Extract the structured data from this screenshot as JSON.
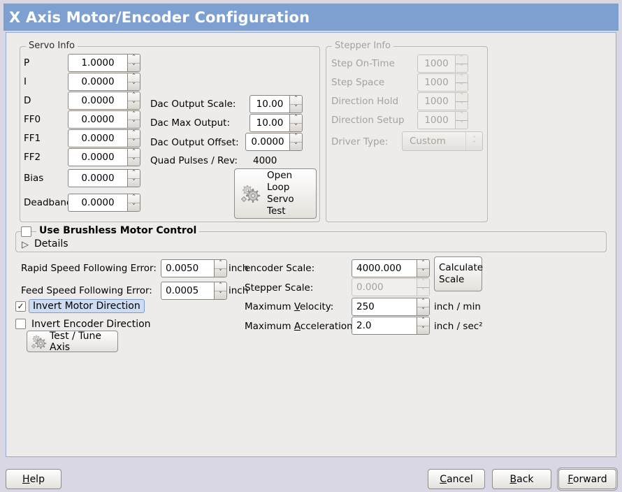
{
  "window": {
    "title": "X Axis Motor/Encoder Configuration"
  },
  "colors": {
    "titlebar": "#7da0d1",
    "content_border": "#8fafd6",
    "focus_chip": "#cddcf2"
  },
  "icons": {
    "spin_up": "˄",
    "spin_down": "˅",
    "check": "✓",
    "expander": "▷"
  },
  "servo_info": {
    "legend": "Servo Info",
    "rows": [
      {
        "label": "P",
        "value": "1.0000"
      },
      {
        "label": "I",
        "value": "0.0000"
      },
      {
        "label": "D",
        "value": "0.0000"
      },
      {
        "label": "FF0",
        "value": "0.0000"
      },
      {
        "label": "FF1",
        "value": "0.0000"
      },
      {
        "label": "FF2",
        "value": "0.0000"
      },
      {
        "label": "Bias",
        "value": "0.0000"
      },
      {
        "label": "Deadband",
        "value": "0.0000"
      }
    ],
    "dac": [
      {
        "label": "Dac Output Scale:",
        "value": "10.00"
      },
      {
        "label": "Dac Max Output:",
        "value": "10.00"
      },
      {
        "label": "Dac Output Offset:",
        "value": "0.0000"
      }
    ],
    "quad_label": "Quad Pulses / Rev:",
    "quad_value": "4000",
    "open_loop_button": "Open\nLoop\nServo\nTest"
  },
  "stepper_info": {
    "legend": "Stepper Info",
    "rows": [
      {
        "label": "Step On-Time",
        "value": "1000"
      },
      {
        "label": "Step Space",
        "value": "1000"
      },
      {
        "label": "Direction Hold",
        "value": "1000"
      },
      {
        "label": "Direction Setup",
        "value": "1000"
      }
    ],
    "driver_label": "Driver Type:",
    "driver_value": "Custom"
  },
  "brushless": {
    "checkbox_label": "Use Brushless Motor Control",
    "details_label": "Details"
  },
  "left": {
    "rapid_label": "Rapid Speed Following Error:",
    "rapid_value": "0.0050",
    "rapid_unit": "inch",
    "feed_label": "Feed Speed Following Error:",
    "feed_value": "0.0005",
    "feed_unit": "inch",
    "invert_motor_label": "Invert Motor Direction",
    "invert_encoder_label": "Invert Encoder Direction",
    "test_tune_button": "Test / Tune Axis"
  },
  "right": {
    "encoder_label": "encoder Scale:",
    "encoder_value": "4000.000",
    "stepper_label": "Stepper Scale:",
    "stepper_value": "0.000",
    "calculate_button": "Calculate\nScale",
    "velocity_pre": "Maximum ",
    "velocity_u": "V",
    "velocity_post": "elocity:",
    "velocity_value": "250",
    "velocity_unit": "inch / min",
    "accel_pre": "Maximum ",
    "accel_u": "A",
    "accel_post": "cceleration:",
    "accel_value": "2.0",
    "accel_unit": "inch / sec²"
  },
  "footer": {
    "help_u": "H",
    "help_rest": "elp",
    "cancel_u": "C",
    "cancel_rest": "ancel",
    "back_u": "B",
    "back_rest": "ack",
    "forward_u": "F",
    "forward_rest": "orward"
  }
}
